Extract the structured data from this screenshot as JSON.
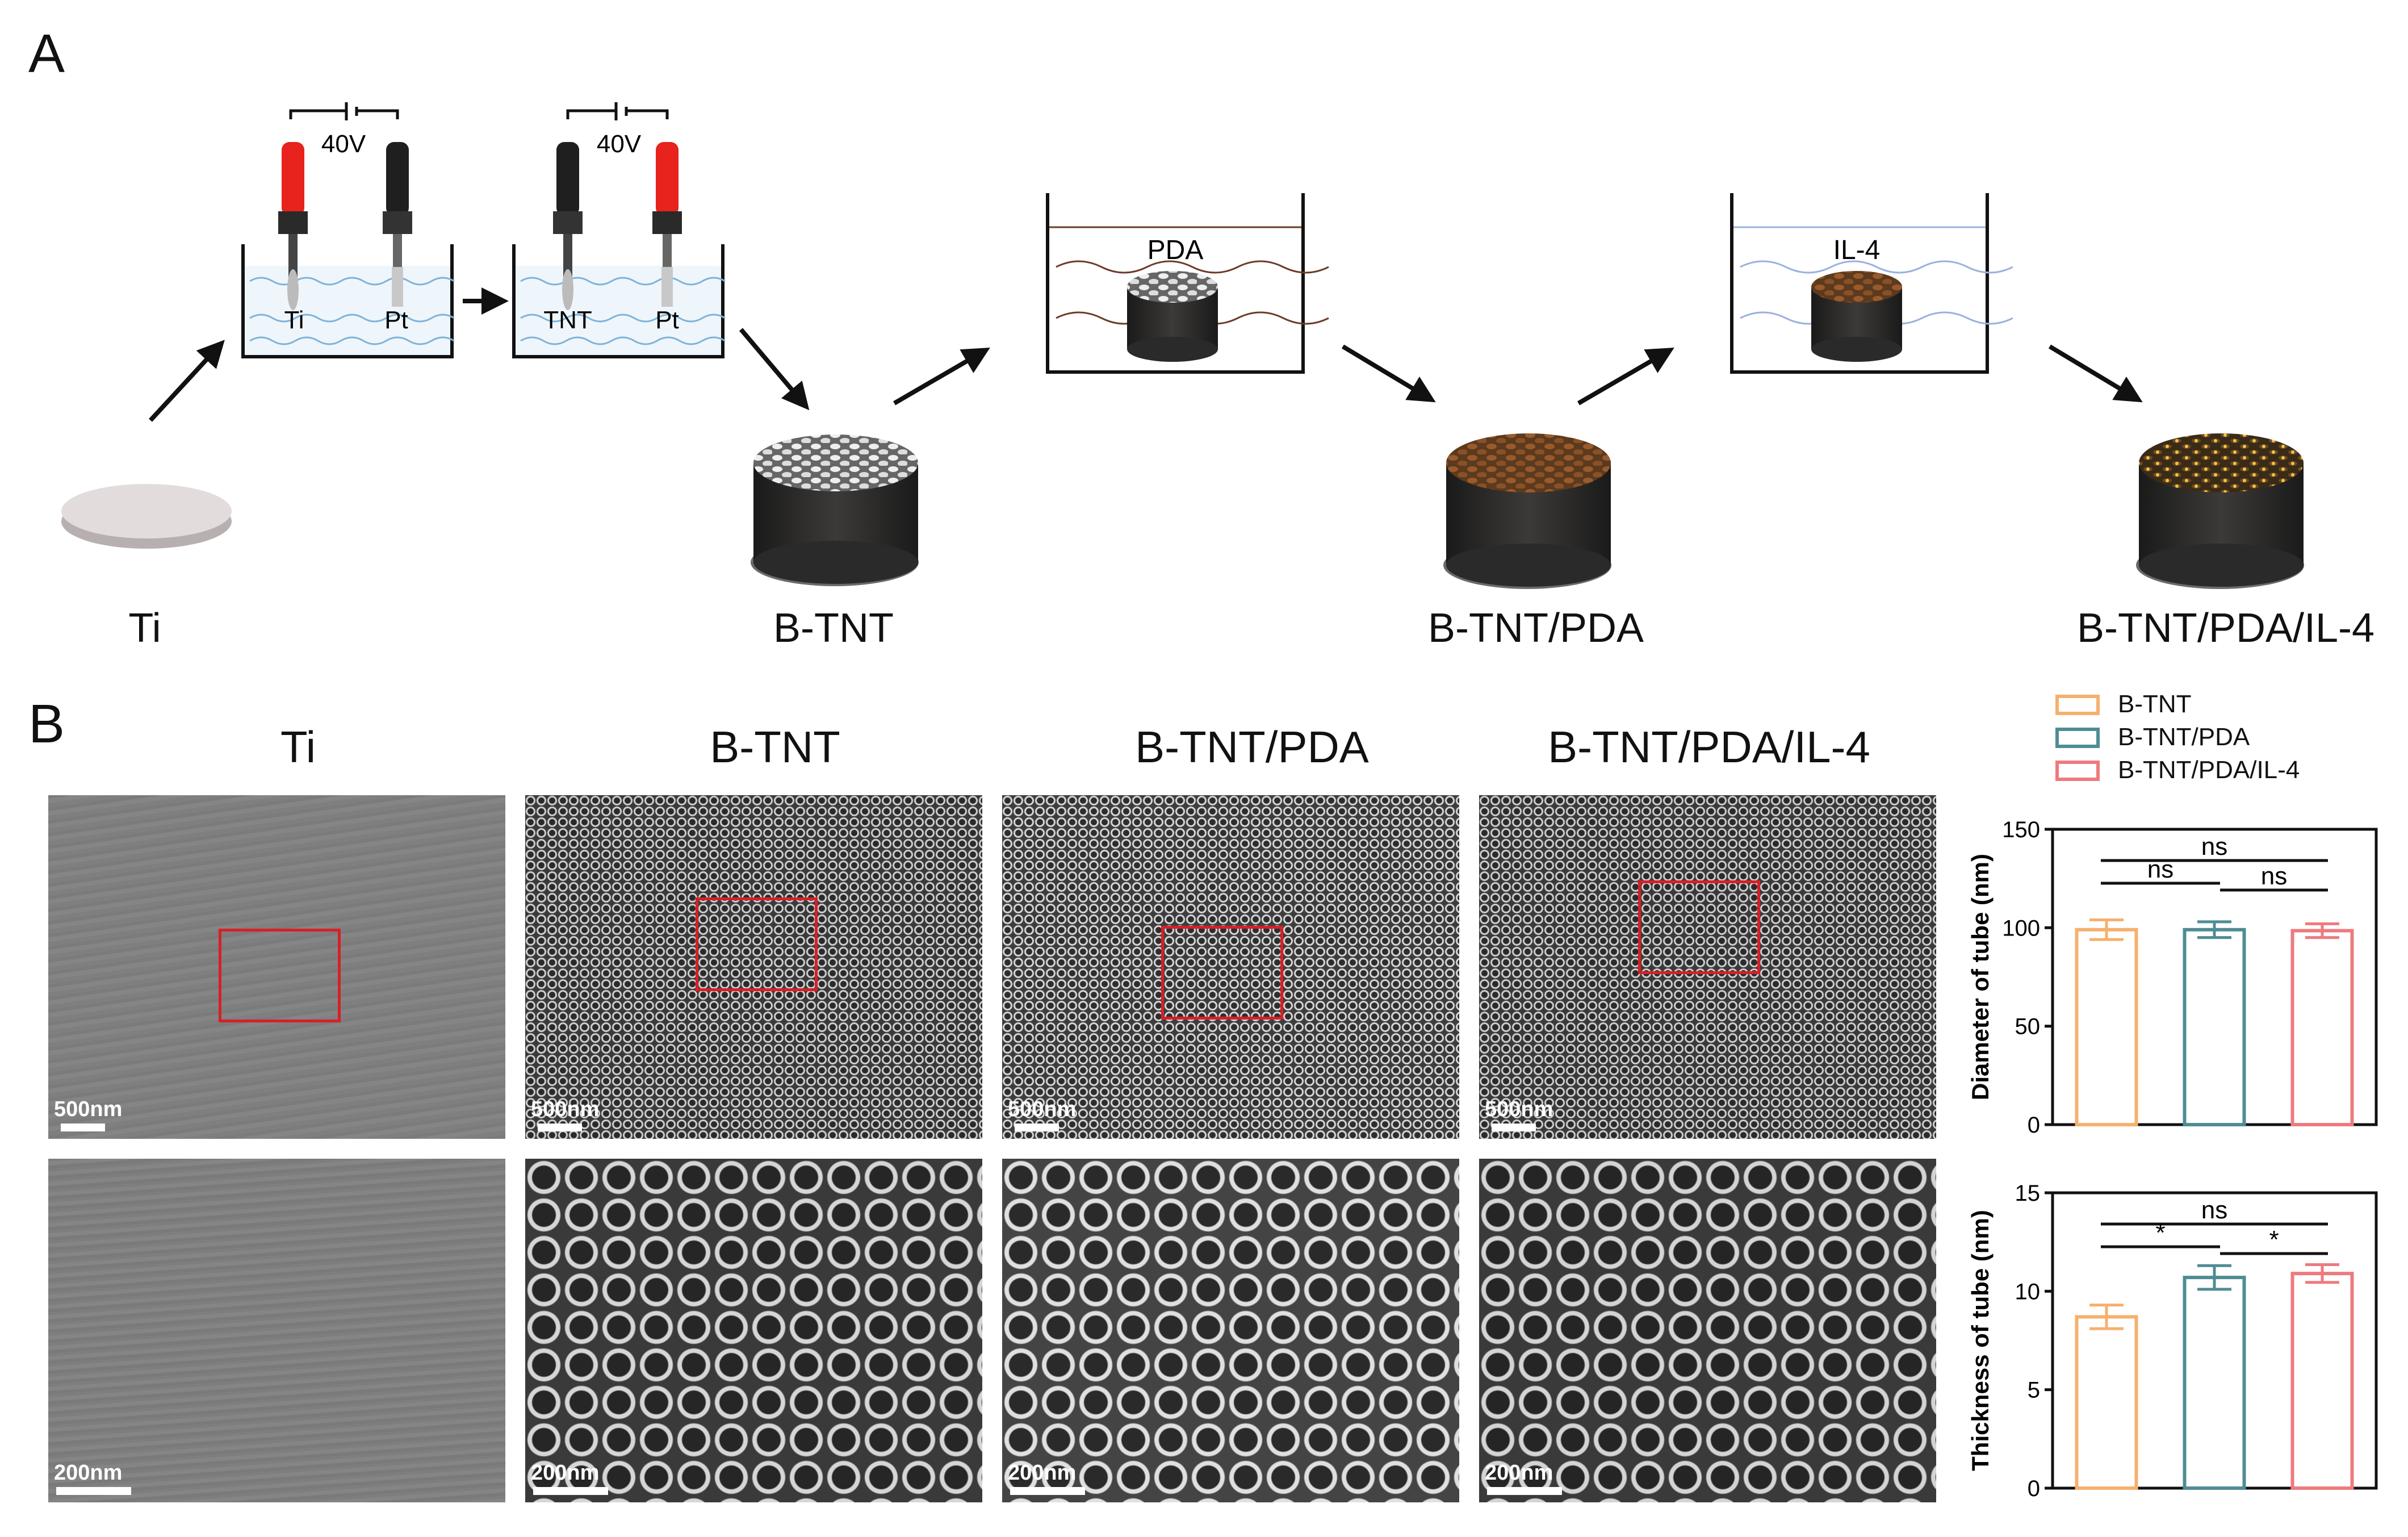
{
  "panel_a": {
    "letter": "A",
    "stages": [
      "Ti",
      "B-TNT",
      "B-TNT/PDA",
      "B-TNT/PDA/IL-4"
    ],
    "cell1": {
      "voltage": "40V",
      "electrode_left": "Ti",
      "electrode_right": "Pt"
    },
    "cell2": {
      "voltage": "40V",
      "electrode_left": "TNT",
      "electrode_right": "Pt"
    },
    "beaker1_label": "PDA",
    "beaker2_label": "IL-4"
  },
  "panel_b": {
    "letter": "B",
    "columns": [
      "Ti",
      "B-TNT",
      "B-TNT/PDA",
      "B-TNT/PDA/IL-4"
    ],
    "scale_top": "500nm",
    "scale_bottom": "200nm"
  },
  "legend": [
    "B-TNT",
    "B-TNT/PDA",
    "B-TNT/PDA/IL-4"
  ],
  "colors": {
    "b_tnt": "#f5b06e",
    "b_tnt_pda": "#4f8c94",
    "b_tnt_pda_il4": "#ee7a7e",
    "red_box": "#d81f26"
  },
  "chart_data": [
    {
      "type": "bar",
      "categories": [
        "B-TNT",
        "B-TNT/PDA",
        "B-TNT/PDA/IL-4"
      ],
      "values": [
        99,
        99,
        98.5
      ],
      "errors": [
        5,
        4,
        3.5
      ],
      "ylabel": "Diameter of tube (nm)",
      "ylim": [
        0,
        150
      ],
      "yticks": [
        "0",
        "50",
        "100",
        "150"
      ],
      "significance": [
        "ns",
        "ns",
        "ns"
      ]
    },
    {
      "type": "bar",
      "categories": [
        "B-TNT",
        "B-TNT/PDA",
        "B-TNT/PDA/IL-4"
      ],
      "values": [
        8.7,
        10.7,
        10.9
      ],
      "errors": [
        0.6,
        0.6,
        0.45
      ],
      "ylabel": "Thickness of tube (nm)",
      "ylim": [
        0,
        15
      ],
      "yticks": [
        "0",
        "5",
        "10",
        "15"
      ],
      "significance": [
        "*",
        "*",
        "ns"
      ]
    }
  ]
}
